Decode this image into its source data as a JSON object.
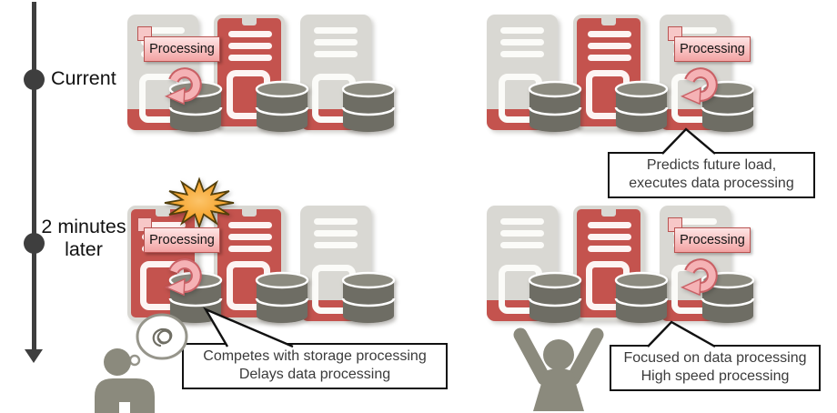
{
  "timeline": {
    "current": "Current",
    "later_line1": "2 minutes",
    "later_line2": "later"
  },
  "labels": {
    "processing": "Processing"
  },
  "callouts": {
    "predicts": {
      "line1": "Predicts future load,",
      "line2": "executes data processing"
    },
    "competes": {
      "line1": "Competes with storage processing",
      "line2": "Delays data processing"
    },
    "focused": {
      "line1": "Focused on data processing",
      "line2": "High speed processing"
    }
  },
  "icons": {
    "server": "server-tower rounded rectangle with vents and door",
    "database": "stacked dark-gray cylinder",
    "refresh": "pink circular arrow (processing in progress)",
    "burst": "orange starburst (conflict/overload)",
    "thought_bubble": "cloud bubble with tangled scribble (confusion)",
    "person_confused": "gray person silhouette thinking",
    "person_celebrating": "gray person silhouette with raised arms",
    "timeline_arrow": "vertical dark line with dots and down arrowhead"
  },
  "colors": {
    "accent_red": "#c4534e",
    "server_gray": "#d9d8d3",
    "database_gray": "#6e6d64",
    "database_top": "#8c8b80",
    "tag_pink": "#f4a6a6",
    "tag_border": "#b95351",
    "refresh_pink": "#f5b2b5",
    "burst_orange": "#f59b1e",
    "person_gray": "#8b8a7d",
    "timeline_dark": "#3e3e3e",
    "callout_border": "#111111"
  }
}
